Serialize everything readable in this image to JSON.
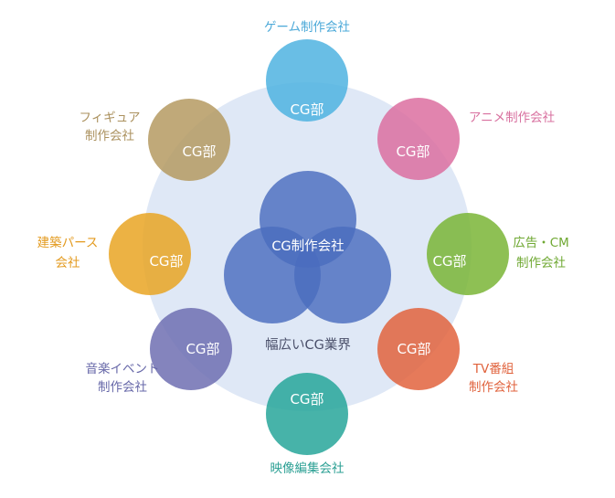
{
  "center": {
    "label": "CG制作会社",
    "industry_label": "幅広いCG業界",
    "venn_color": "#4a6cbe"
  },
  "background_color": "#dfe8f6",
  "cg_label": "CG部",
  "satellites": [
    {
      "id": "game",
      "lines": [
        "ゲーム制作会社"
      ],
      "color": "#4fb3e0",
      "label_color": "#4aa8d8"
    },
    {
      "id": "anime",
      "lines": [
        "アニメ制作会社"
      ],
      "color": "#dc6fa0",
      "label_color": "#d8709f"
    },
    {
      "id": "ad-cm",
      "lines": [
        "広告・CM",
        "制作会社"
      ],
      "color": "#7ab536",
      "label_color": "#6fa832"
    },
    {
      "id": "tv",
      "lines": [
        "TV番組",
        "制作会社"
      ],
      "color": "#e2633d",
      "label_color": "#e0623c"
    },
    {
      "id": "video-edit",
      "lines": [
        "映像編集会社"
      ],
      "color": "#27a69a",
      "label_color": "#2a9f93"
    },
    {
      "id": "music-event",
      "lines": [
        "音楽イベント",
        "制作会社"
      ],
      "color": "#6e6fb1",
      "label_color": "#6667a8"
    },
    {
      "id": "architecture",
      "lines": [
        "建築パース",
        "会社"
      ],
      "color": "#e9a423",
      "label_color": "#e39a1e"
    },
    {
      "id": "figure",
      "lines": [
        "フィギュア",
        "制作会社"
      ],
      "color": "#b59a62",
      "label_color": "#ab915e"
    }
  ]
}
